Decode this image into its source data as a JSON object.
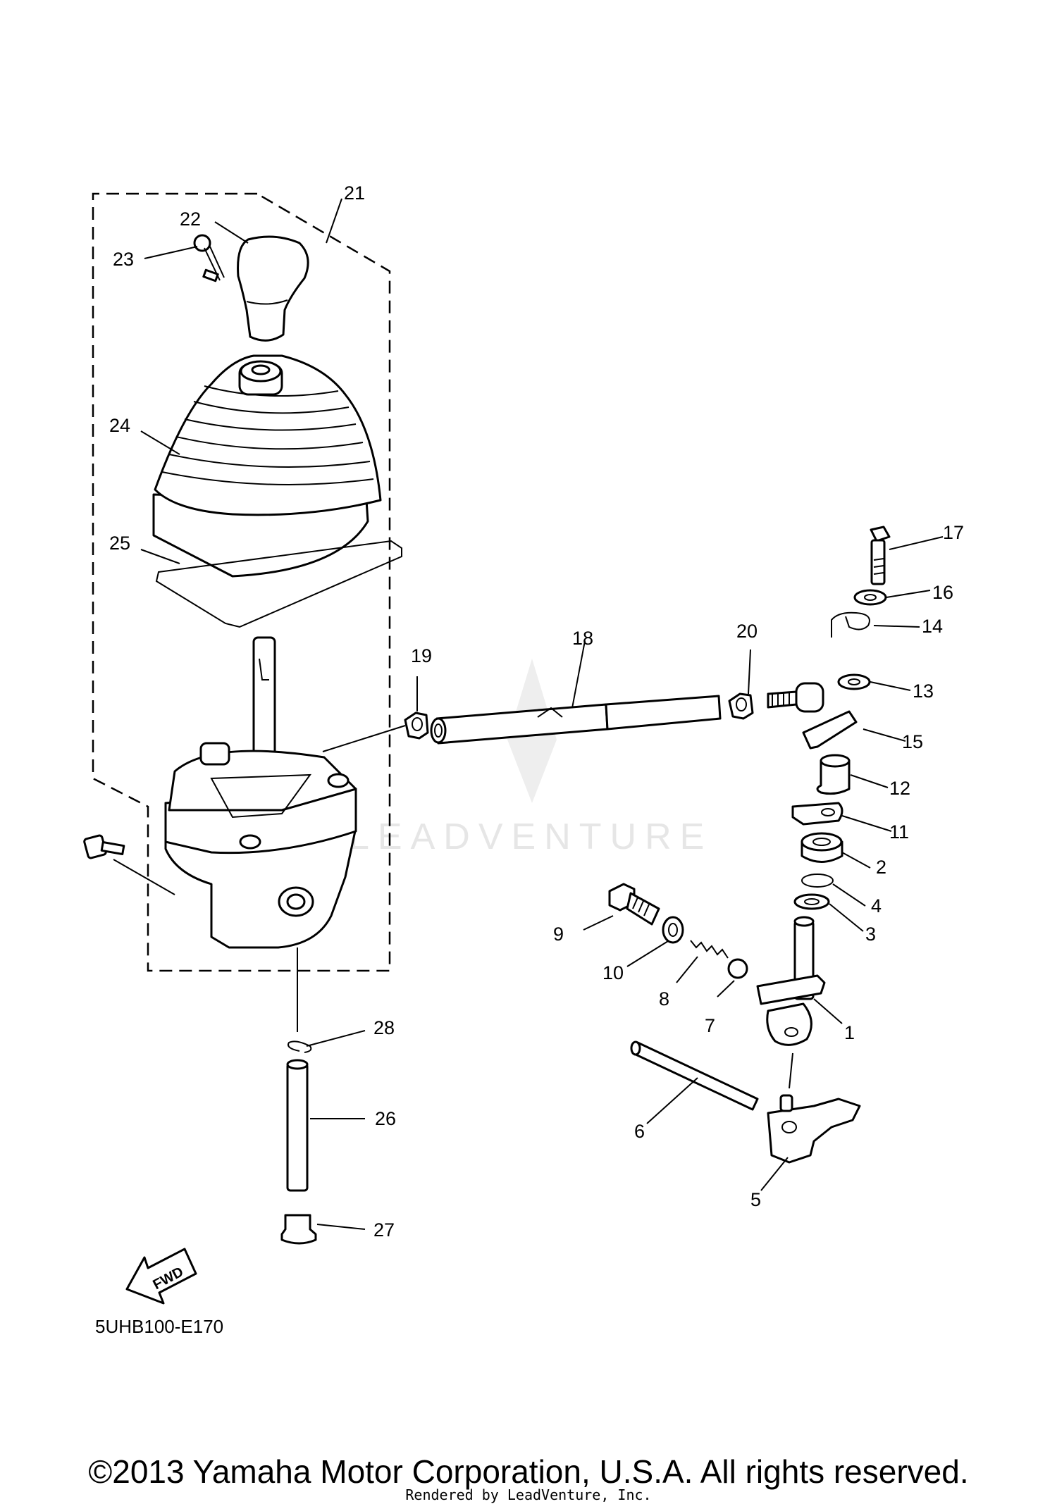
{
  "diagram": {
    "callouts": [
      "1",
      "2",
      "3",
      "4",
      "5",
      "6",
      "7",
      "8",
      "9",
      "10",
      "11",
      "12",
      "13",
      "14",
      "15",
      "16",
      "17",
      "18",
      "19",
      "20",
      "21",
      "22",
      "23",
      "24",
      "25",
      "26",
      "27",
      "28"
    ],
    "fwd_label": "FWD",
    "diagram_code": "5UHB100-E170",
    "watermark": "LEADVENTURE"
  },
  "footer": {
    "copyright": "©2013 Yamaha Motor Corporation, U.S.A. All rights reserved.",
    "rendered_by": "Rendered by LeadVenture, Inc."
  }
}
